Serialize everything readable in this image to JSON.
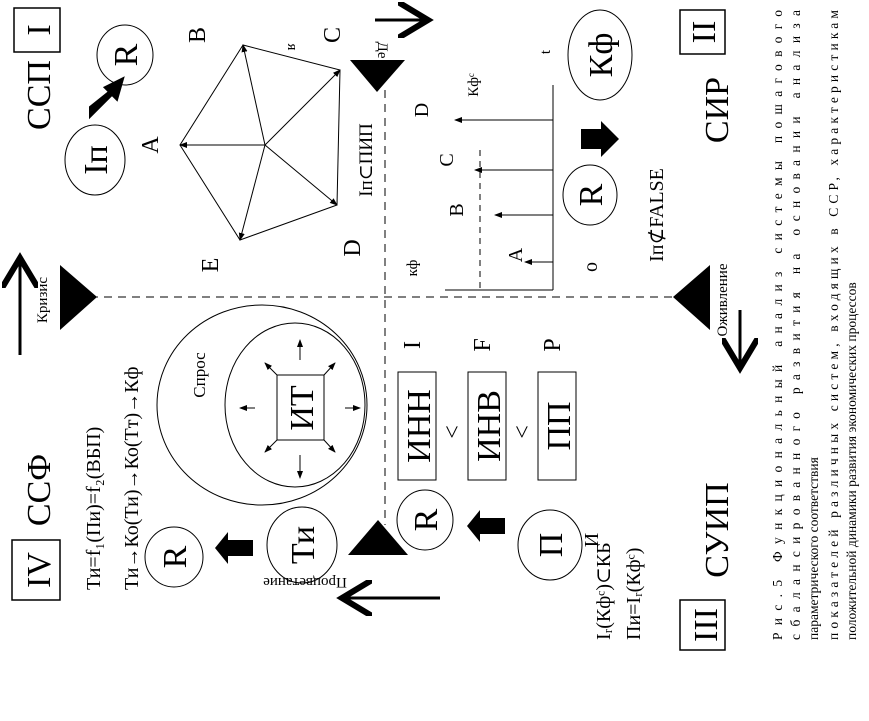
{
  "quadrants": {
    "q1": {
      "number": "I",
      "name": "ССП"
    },
    "q2": {
      "number": "II",
      "name": "СИР"
    },
    "q3": {
      "number": "III",
      "name": "СУИП"
    },
    "q4": {
      "number": "IV",
      "name": "ССФ"
    }
  },
  "phases": {
    "crisis": "Кризис",
    "revival": "Оживление",
    "prosperity": "Процветание",
    "decline_partial": "Де",
    "decline_suffix": "я"
  },
  "q1": {
    "ip": "Iп",
    "r": "R",
    "a": "A",
    "b": "B",
    "c": "C",
    "d": "D",
    "e": "E",
    "relation": "Iп⊂ПИП"
  },
  "q2": {
    "kf": "Кф",
    "r": "R",
    "relation": "Iп⊄FALSE",
    "t": "t",
    "kfc": "Кфᶜ",
    "kf_axis": "кф",
    "origin": "o",
    "a": "A",
    "b": "B",
    "c": "C",
    "d": "D"
  },
  "q3": {
    "inn": "ИНН",
    "inv": "ИНВ",
    "pp": "ПП",
    "i": "I",
    "f": "F",
    "p": "P",
    "lt1": "<",
    "lt2": "<",
    "r": "R",
    "pi": "П",
    "formula1": "Iᵣ(Кфᶜ)⊂КБ",
    "formula2": "Пи=Iᵣ(Кфᶜ)",
    "overlap": "И"
  },
  "q4": {
    "formula1": "Ти=f₁(Пи)=f₂(ВБП)",
    "formula2": "Ти→Ко(Ти)→Ко(Тт)→Кф",
    "r": "R",
    "ti": "Ти",
    "demand": "Спрос",
    "it": "ИТ"
  },
  "caption": {
    "lines": [
      "Рис.5        Функциональный        анализ        системы        пошагового",
      "сбалансированного        развития        на        основании        анализа",
      "параметрического  соответствия",
      "показателей  различных  систем, входящих в ССР, характеристикам",
      "положительной динамики развития экономических процессов"
    ]
  }
}
